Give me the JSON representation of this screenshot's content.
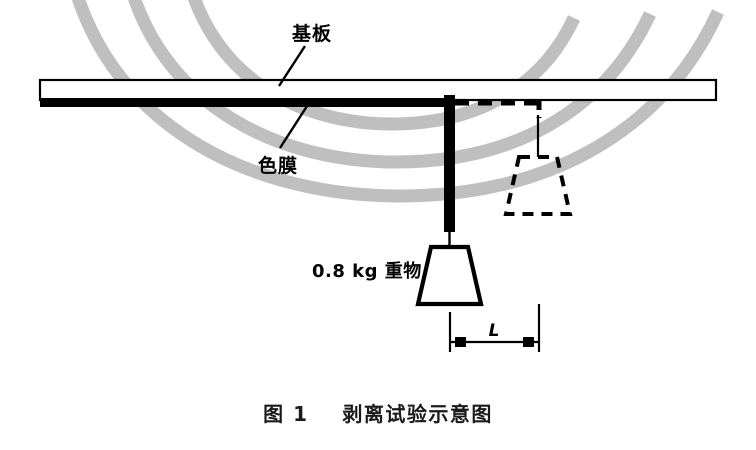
{
  "figure": {
    "caption": "图 1    剥离试验示意图",
    "caption_number": "图 1",
    "caption_title": "剥离试验示意图"
  },
  "labels": {
    "substrate": "基板",
    "color_film": "色膜",
    "weight": "0.8 kg 重物",
    "dimension": "L"
  },
  "colors": {
    "ink": "#000000",
    "caption_ink": "#1b1b1b",
    "watermark_gray": "#bfbfbf",
    "paper": "#ffffff"
  },
  "elements": {
    "substrate_plate_name": "substrate-plate",
    "film_layer_name": "color-film-layer",
    "peeled_strip_name": "peeled-film-strip",
    "solid_weight_name": "weight-solid",
    "dashed_weight_name": "weight-dashed",
    "dashed_film_name": "peeled-film-dashed",
    "dimension_line_name": "dimension-line-L"
  }
}
